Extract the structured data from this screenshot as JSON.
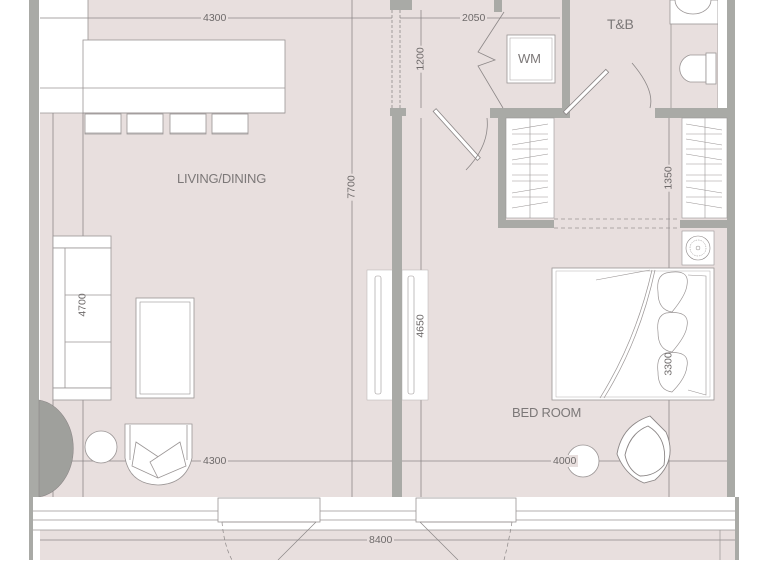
{
  "plan": {
    "type": "apartment-floor-plan",
    "colors": {
      "floor": "#e8dfde",
      "wall": "#a9aaa6",
      "wall_dark": "#9a9b97",
      "furniture_fill": "#ffffff",
      "line": "#8a8585",
      "text": "#7c7878",
      "door_swing_fill": "#9fa09c"
    },
    "rooms": [
      {
        "id": "living",
        "label": "LIVING/DINING"
      },
      {
        "id": "tb",
        "label": "T&B"
      },
      {
        "id": "bedroom",
        "label": "BED ROOM"
      }
    ],
    "fixtures": {
      "washing_machine": "WM"
    },
    "dimensions": {
      "living_top_width": "4300",
      "service_top_width": "2050",
      "service_height": "1200",
      "living_height_total": "7700",
      "living_sofa_zone": "4700",
      "bedroom_height": "4650",
      "wardrobe_gap": "1350",
      "bed_zone": "3300",
      "living_bottom_width": "4300",
      "bedroom_width": "4000",
      "balcony_width": "8400"
    }
  }
}
